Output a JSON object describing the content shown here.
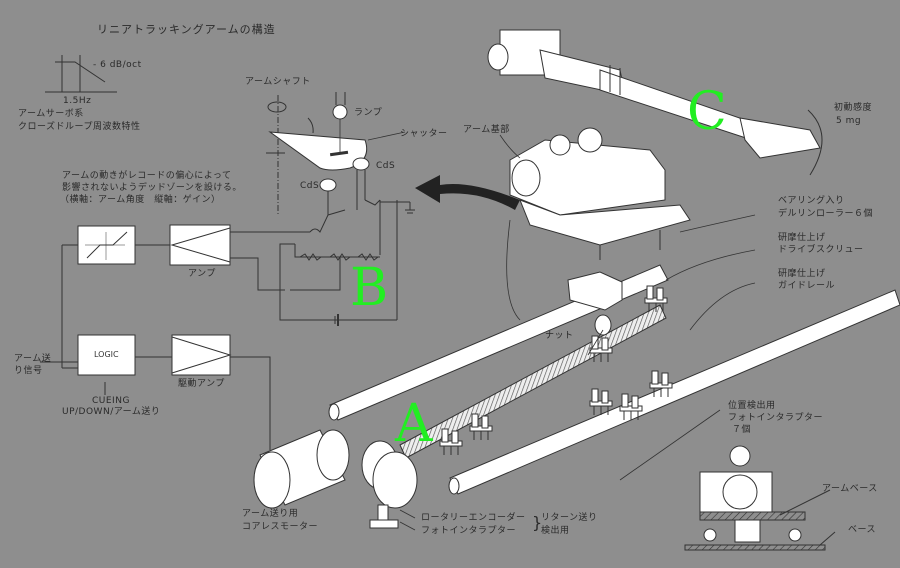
{
  "title": "リニアトラッキングアームの構造",
  "bode": {
    "slope_label": "- 6 dB/oct",
    "freq_label": "1.5Hz",
    "caption_line1": "アームサーボ系",
    "caption_line2": "クローズドループ周波数特性"
  },
  "deadzone_note": {
    "line1": "アームの動きがレコードの偏心によって",
    "line2": "影響されないようデッドゾーンを設ける。",
    "line3": "（横軸：アーム角度　縦軸：ゲイン）"
  },
  "sensor": {
    "arm_shaft": "アームシャフト",
    "lamp": "ランプ",
    "shutter": "シャッター",
    "cds1": "CdS",
    "cds2": "CdS"
  },
  "circuit": {
    "amp": "アンプ",
    "logic": "LOGIC",
    "drive_amp": "駆動アンプ",
    "arm_feed_signal_line1": "アーム送",
    "arm_feed_signal_line2": "り信号",
    "cueing_line1": "CUEING",
    "cueing_line2": "UP/DOWN/アーム送り"
  },
  "mechanism": {
    "arm_base_part": "アーム基部",
    "initial_sensitivity_line1": "初動感度",
    "initial_sensitivity_line2": "5 mg",
    "bearing_line1": "ベアリング入り",
    "bearing_line2": "デルリンローラー６個",
    "screw_line1": "研摩仕上げ",
    "screw_line2": "ドライブスクリュー",
    "rail_line1": "研摩仕上げ",
    "rail_line2": "ガイドレール",
    "nut": "ナット",
    "position_sensor_line1": "位置検出用",
    "position_sensor_line2": "フォトインタラプター",
    "position_sensor_line3": "７個",
    "motor_line1": "アーム送り用",
    "motor_line2": "コアレスモーター",
    "encoder": "ロータリーエンコーダー",
    "photo_interrupter": "フォトインタラプター",
    "return_line1": "リターン送り",
    "return_line2": "検出用"
  },
  "cross_section": {
    "arm_base": "アームベース",
    "base": "ベース"
  },
  "markers": {
    "a": "A",
    "b": "B",
    "c": "C"
  },
  "colors": {
    "background": "#8e8e8e",
    "ink": "#2a2a2a",
    "part_fill": "#ffffff",
    "marker": "#22ee22"
  }
}
